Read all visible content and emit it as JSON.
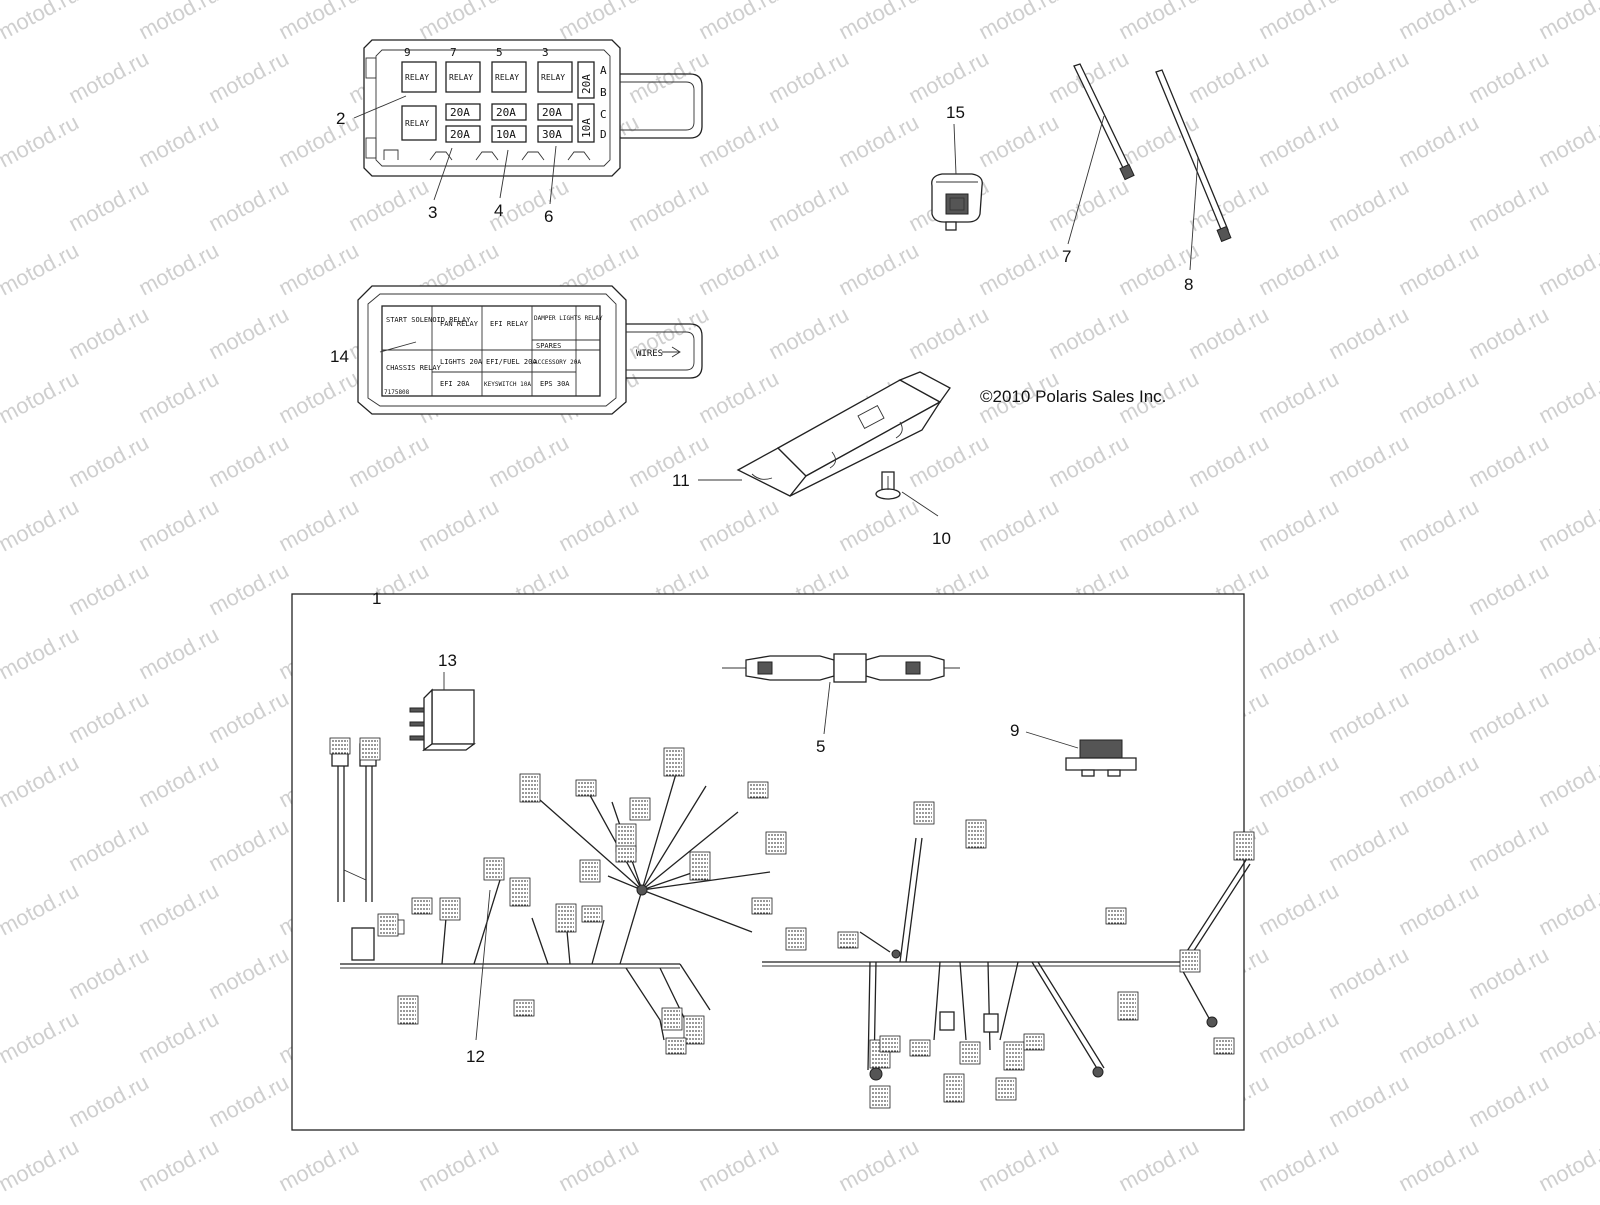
{
  "copyright": "©2010 Polaris Sales Inc.",
  "watermark": "motod.ru",
  "callouts": {
    "c1": "1",
    "c2": "2",
    "c3": "3",
    "c4": "4",
    "c5": "5",
    "c6": "6",
    "c7": "7",
    "c8": "8",
    "c9": "9",
    "c10": "10",
    "c11": "11",
    "c12": "12",
    "c13": "13",
    "c14": "14",
    "c15": "15"
  },
  "fuse_box_top": {
    "top_numbers": [
      "9",
      "7",
      "5",
      "3"
    ],
    "row_letters": [
      "A",
      "B",
      "C",
      "D"
    ],
    "relay_label": "RELAY",
    "middle_fuses": [
      "20A",
      "20A",
      "20A"
    ],
    "bottom_fuses": [
      "20A",
      "10A",
      "30A"
    ],
    "side_fuses": [
      "20A",
      "10A"
    ]
  },
  "fuse_box_cover": {
    "cells": [
      "START SOLENOID RELAY",
      "FAN RELAY",
      "EFI RELAY",
      "DAMPER LIGHTS RELAY",
      "CHASSIS RELAY",
      "LIGHTS 20A",
      "EFI/FUEL 20A",
      "ACCESSORY 20A",
      "EFI 20A",
      "KEYSWITCH 10A",
      "EPS 30A"
    ],
    "spares": "SPARES",
    "part_code": "7175808"
  }
}
